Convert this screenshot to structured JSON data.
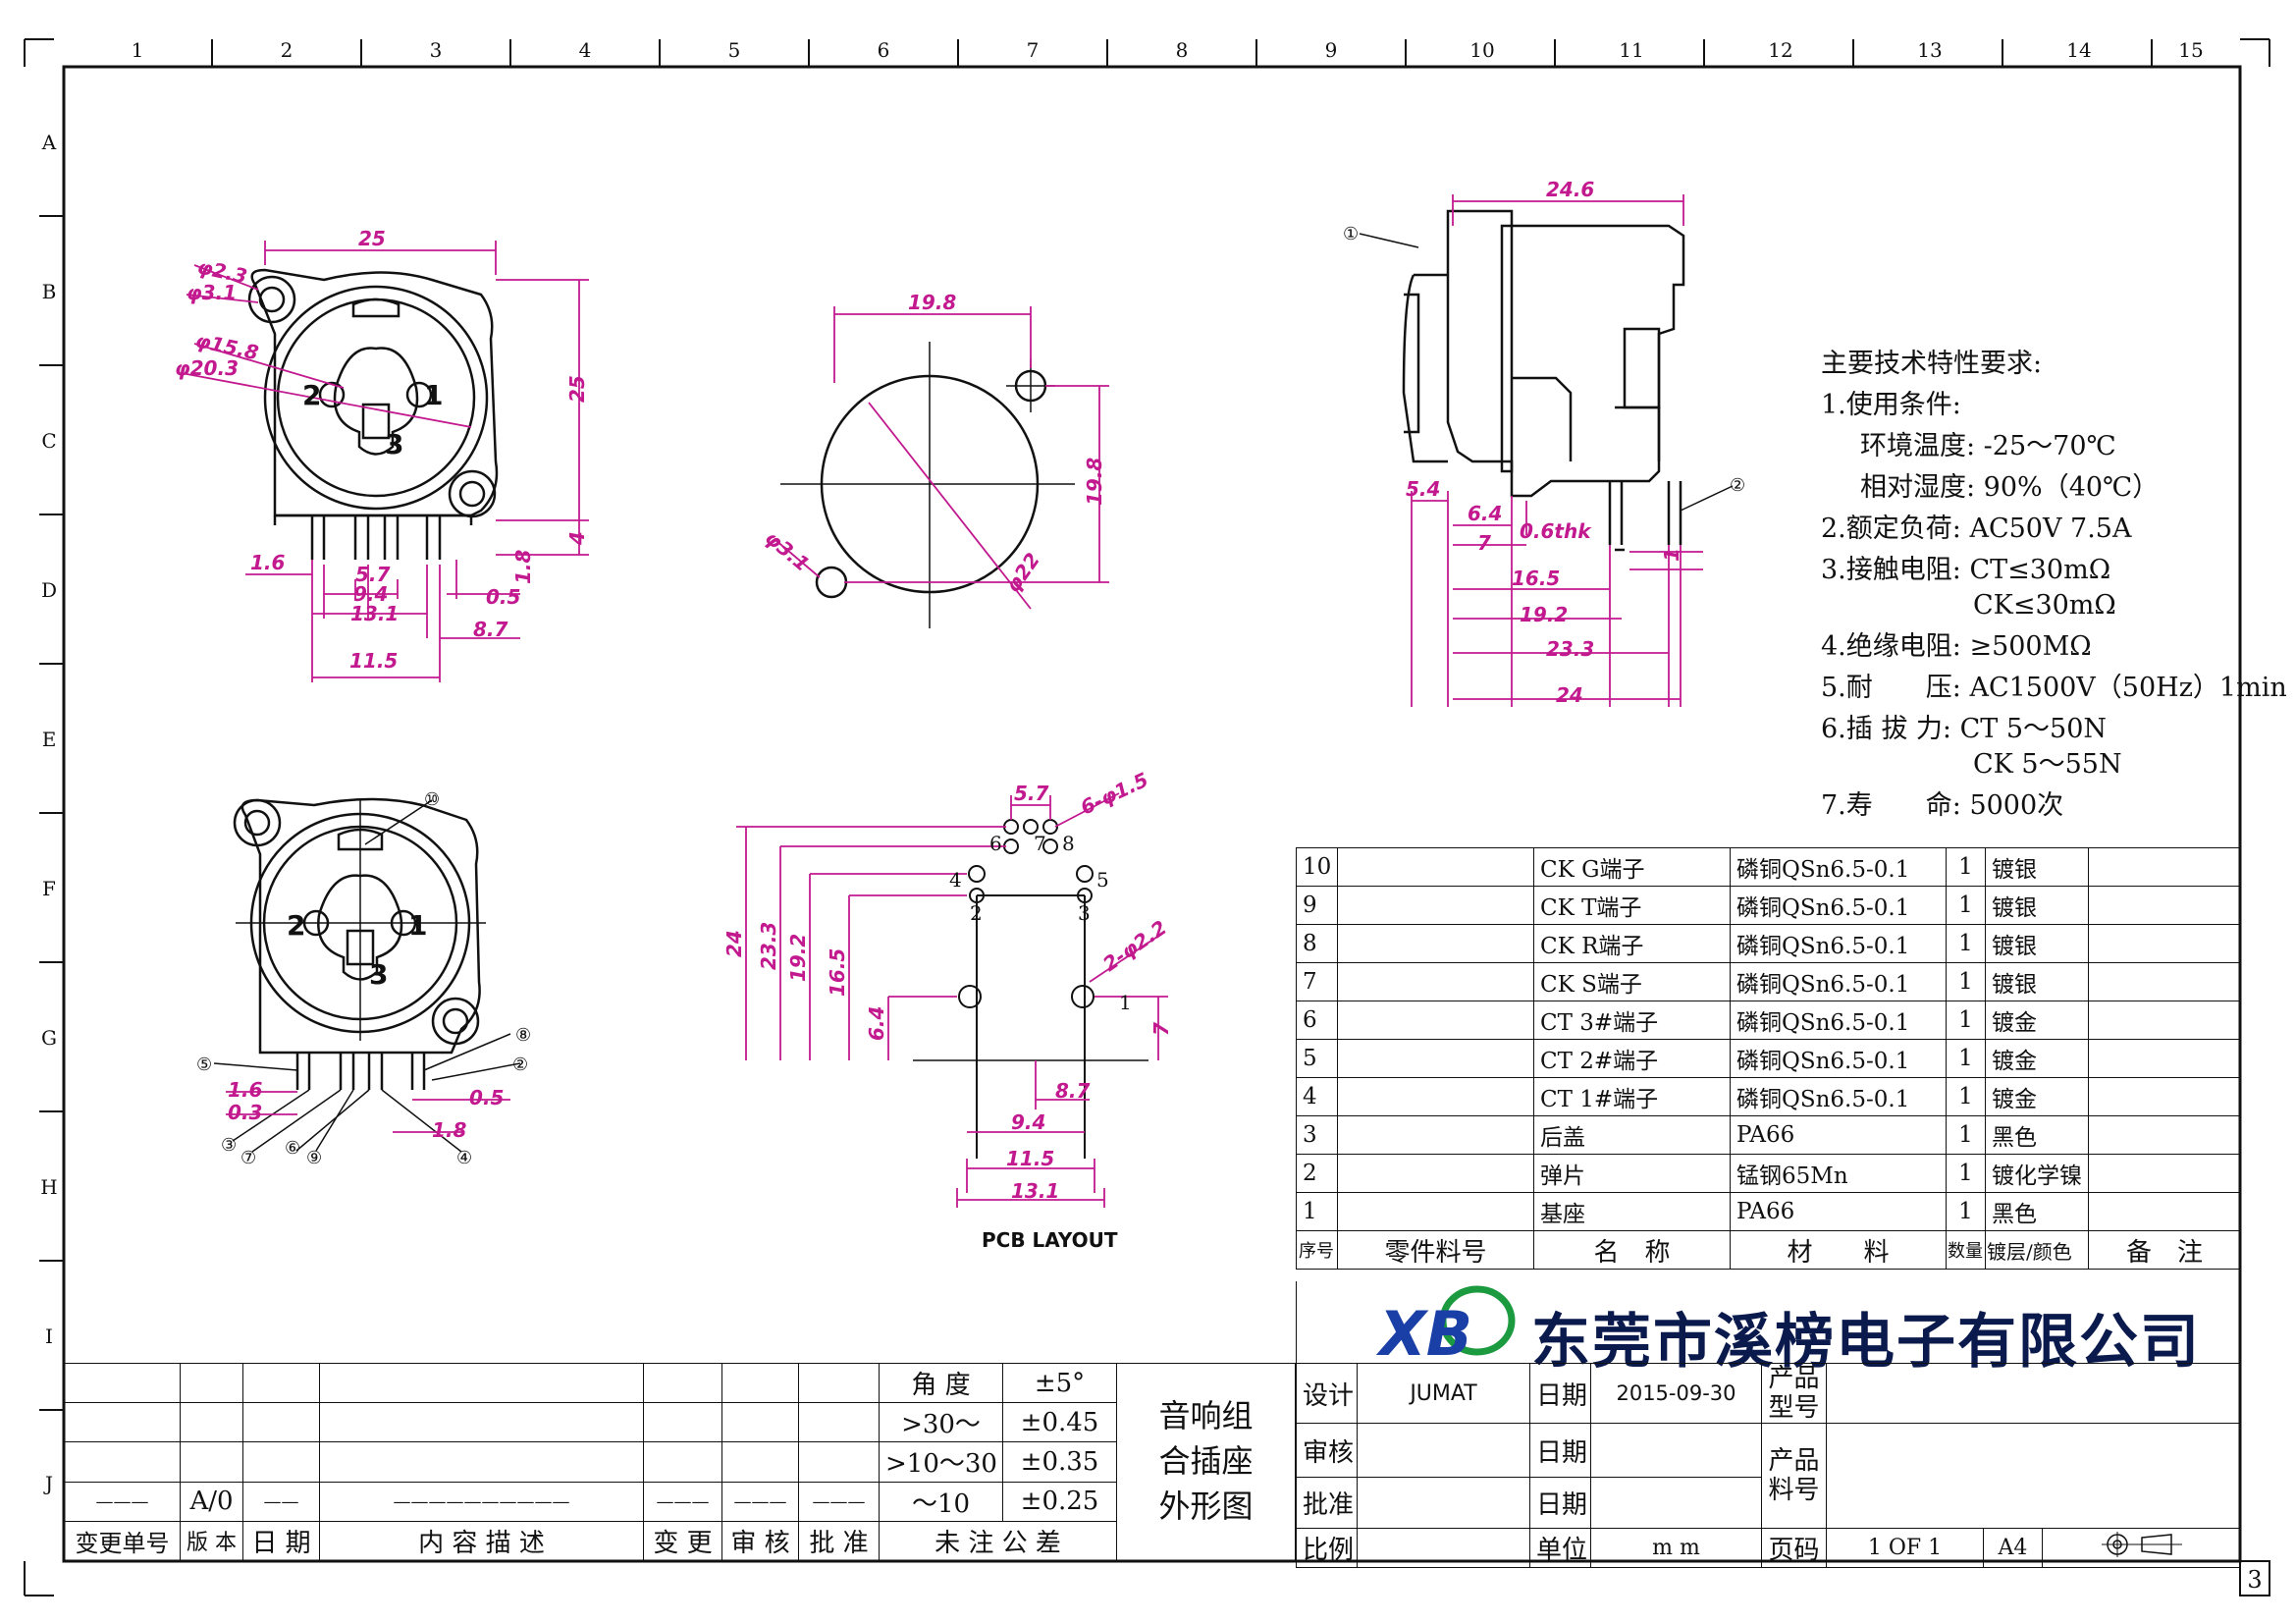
{
  "frame": {
    "cols": [
      "1",
      "2",
      "3",
      "4",
      "5",
      "6",
      "7",
      "8",
      "9",
      "10",
      "11",
      "12",
      "13",
      "14",
      "15"
    ],
    "rows": [
      "A",
      "B",
      "C",
      "D",
      "E",
      "F",
      "G",
      "H",
      "I",
      "J"
    ],
    "sheet_no": "3"
  },
  "drawing": {
    "front_dims": {
      "d1": "25",
      "d2": "φ2.3",
      "d3": "φ3.1",
      "d4": "φ15.8",
      "d5": "φ20.3",
      "d6": "25",
      "d7": "4",
      "d8": "1.6",
      "d9": "5.7",
      "d10": "9.4",
      "d11": "13.1",
      "d12": "11.5",
      "d13": "0.5",
      "d14": "1.8",
      "d15": "8.7"
    },
    "pins": {
      "p1": "1",
      "p2": "2",
      "p3": "3"
    },
    "panel_dims": {
      "d1": "19.8",
      "d2": "19.8",
      "d3": "φ3.1",
      "d4": "φ22"
    },
    "side_dims": {
      "d1": "24.6",
      "d2": "5.4",
      "d3": "6.4",
      "d4": "0.6thk",
      "d5": "7",
      "d6": "16.5",
      "d7": "19.2",
      "d8": "23.3",
      "d9": "24",
      "d10": "1"
    },
    "side_callouts": {
      "c1": "①",
      "c2": "②"
    },
    "front2_callouts": {
      "c10": "⑩",
      "c5": "⑤",
      "c3": "③",
      "c7": "⑦",
      "c9": "⑨",
      "c6": "⑥",
      "c8": "⑧",
      "c2": "②",
      "c4": "④"
    },
    "front2_dims": {
      "d1": "1.6",
      "d2": "0.3",
      "d3": "0.5",
      "d4": "1.8"
    },
    "pcb": {
      "title": "PCB LAYOUT",
      "d1": "5.7",
      "d2": "6-φ1.5",
      "d3": "24",
      "d4": "23.3",
      "d5": "19.2",
      "d6": "16.5",
      "d7": "6.4",
      "d8": "2-φ2.2",
      "d9": "7",
      "d10": "8.7",
      "d11": "9.4",
      "d12": "11.5",
      "d13": "13.1",
      "holes": {
        "h1": "1",
        "h2": "2",
        "h3": "3",
        "h4": "4",
        "h5": "5",
        "h6": "6",
        "h7": "7",
        "h8": "8"
      }
    }
  },
  "specs": {
    "title": "主要技术特性要求:",
    "l1": "1.使用条件:",
    "l2": "环境温度: -25～70℃",
    "l3": "相对湿度: 90%（40℃）",
    "l4": "2.额定负荷: AC50V 7.5A",
    "l5": "3.接触电阻: CT≤30mΩ",
    "l6": "CK≤30mΩ",
    "l7": "4.绝缘电阻: ≥500MΩ",
    "l8": "5.耐　　压: AC1500V（50Hz）1min",
    "l9": "6.插 拔 力: CT 5～50N",
    "l10": "CK 5～55N",
    "l11": "7.寿　　命: 5000次"
  },
  "bom": {
    "rows": [
      {
        "no": "10",
        "name": "CK G端子",
        "mat": "磷铜QSn6.5-0.1",
        "qty": "1",
        "finish": "镀银"
      },
      {
        "no": "9",
        "name": "CK T端子",
        "mat": "磷铜QSn6.5-0.1",
        "qty": "1",
        "finish": "镀银"
      },
      {
        "no": "8",
        "name": "CK R端子",
        "mat": "磷铜QSn6.5-0.1",
        "qty": "1",
        "finish": "镀银"
      },
      {
        "no": "7",
        "name": "CK S端子",
        "mat": "磷铜QSn6.5-0.1",
        "qty": "1",
        "finish": "镀银"
      },
      {
        "no": "6",
        "name": "CT 3#端子",
        "mat": "磷铜QSn6.5-0.1",
        "qty": "1",
        "finish": "镀金"
      },
      {
        "no": "5",
        "name": "CT 2#端子",
        "mat": "磷铜QSn6.5-0.1",
        "qty": "1",
        "finish": "镀金"
      },
      {
        "no": "4",
        "name": "CT 1#端子",
        "mat": "磷铜QSn6.5-0.1",
        "qty": "1",
        "finish": "镀金"
      },
      {
        "no": "3",
        "name": "后盖",
        "mat": "PA66",
        "qty": "1",
        "finish": "黑色"
      },
      {
        "no": "2",
        "name": "弹片",
        "mat": "锰钢65Mn",
        "qty": "1",
        "finish": "镀化学镍"
      },
      {
        "no": "1",
        "name": "基座",
        "mat": "PA66",
        "qty": "1",
        "finish": "黑色"
      }
    ],
    "header": {
      "no": "序号",
      "part": "零件料号",
      "name": "名　称",
      "mat": "材　　料",
      "qty": "数量",
      "finish": "镀层/颜色",
      "remark": "备　注"
    }
  },
  "company": "东莞市溪榜电子有限公司",
  "logo_letters": "XB",
  "tolerance": {
    "h1": "角 度",
    "v1": "±5°",
    "h2": ">30～",
    "v2": "±0.45",
    "h3": ">10～30",
    "v3": "±0.35",
    "h4": "～10",
    "v4": "±0.25",
    "footer": "未 注 公 差"
  },
  "revision": {
    "dash1": "———",
    "ver": "A/0",
    "dash2": "——",
    "dash3": "——————————",
    "dash4": "———",
    "dash5": "———",
    "dash6": "———",
    "h_change": "变更单号",
    "h_ver": "版 本",
    "h_date": "日 期",
    "h_desc": "内 容 描 述",
    "h_by": "变 更",
    "h_chk": "审 核",
    "h_app": "批 准"
  },
  "part_title": {
    "l1": "音响组",
    "l2": "合插座",
    "l3": "外形图"
  },
  "title_block": {
    "design": "设计",
    "designer": "JUMAT",
    "date_l": "日期",
    "date": "2015-09-30",
    "model_l1": "产品",
    "model_l2": "型号",
    "review": "审核",
    "date_l2": "日期",
    "part_l1": "产品",
    "part_l2": "料号",
    "approve": "批准",
    "date_l3": "日期",
    "scale": "比例",
    "unit_l": "单位",
    "unit": "m m",
    "page_l": "页码",
    "page": "1 OF 1",
    "size": "A4"
  }
}
